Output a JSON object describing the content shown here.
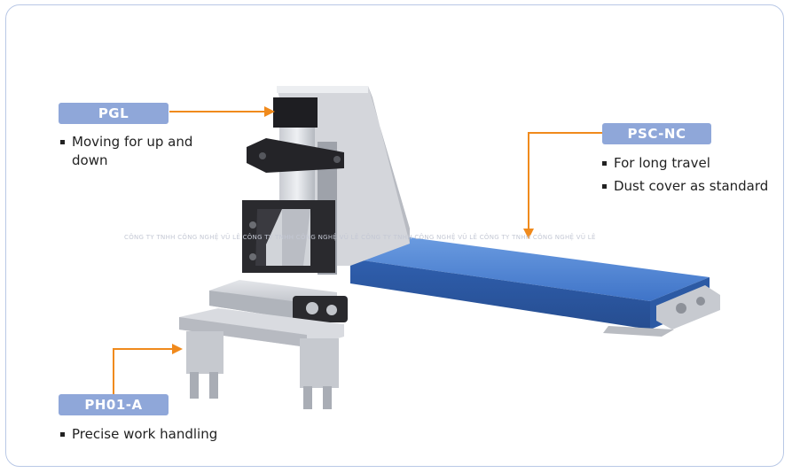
{
  "labels": {
    "pgl": {
      "title": "PGL",
      "bullets": [
        "Moving for up and down"
      ]
    },
    "psc": {
      "title": "PSC-NC",
      "bullets": [
        "For long travel",
        "Dust cover as standard"
      ]
    },
    "ph01": {
      "title": "PH01-A",
      "bullets": [
        "Precise work handling"
      ]
    }
  },
  "watermark": "CÔNG TY TNHH CÔNG NGHỆ VŨ LÊ CÔNG TY TNHH CÔNG NGHỆ VŨ LÊ CÔNG TY TNHH CÔNG NGHỆ VŨ LÊ CÔNG TY TNHH CÔNG NGHỆ VŨ LÊ",
  "colors": {
    "label_bg": "#8fa7d9",
    "arrow": "#f08a1c",
    "frame": "#b9c8e6",
    "rail": "#4a7fd0"
  }
}
